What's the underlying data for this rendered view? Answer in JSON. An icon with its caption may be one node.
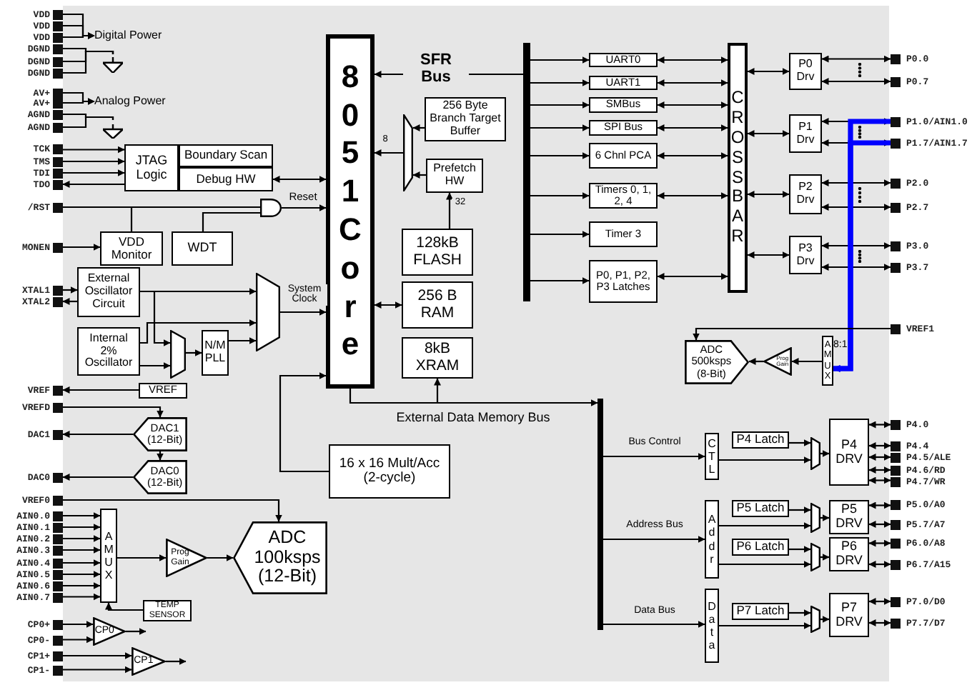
{
  "diagram": {
    "nodes": [
      {
        "text": [
          "VDD"
        ]
      },
      {
        "text": [
          "VDD"
        ]
      },
      {
        "text": [
          "VDD"
        ]
      },
      {
        "text": [
          "DGND"
        ]
      },
      {
        "text": [
          "DGND"
        ]
      },
      {
        "text": [
          "DGND"
        ]
      },
      {
        "text": [
          "AV+"
        ]
      },
      {
        "text": [
          "AV+"
        ]
      },
      {
        "text": [
          "AGND"
        ]
      },
      {
        "text": [
          "AGND"
        ]
      },
      {
        "text": [
          "TCK"
        ]
      },
      {
        "text": [
          "TMS"
        ]
      },
      {
        "text": [
          "TDI"
        ]
      },
      {
        "text": [
          "TDO"
        ]
      },
      {
        "text": [
          "/RST"
        ]
      },
      {
        "text": [
          "MONEN"
        ]
      },
      {
        "text": [
          "XTAL1"
        ]
      },
      {
        "text": [
          "XTAL2"
        ]
      },
      {
        "text": [
          "VREF"
        ]
      },
      {
        "text": [
          "VREFD"
        ]
      },
      {
        "text": [
          "DAC1"
        ]
      },
      {
        "text": [
          "DAC0"
        ]
      },
      {
        "text": [
          "VREF0"
        ]
      },
      {
        "text": [
          "AIN0.0"
        ]
      },
      {
        "text": [
          "AIN0.1"
        ]
      },
      {
        "text": [
          "AIN0.2"
        ]
      },
      {
        "text": [
          "AIN0.3"
        ]
      },
      {
        "text": [
          "AIN0.4"
        ]
      },
      {
        "text": [
          "AIN0.5"
        ]
      },
      {
        "text": [
          "AIN0.6"
        ]
      },
      {
        "text": [
          "AIN0.7"
        ]
      },
      {
        "text": [
          "CP0+"
        ]
      },
      {
        "text": [
          "CP0-"
        ]
      },
      {
        "text": [
          "CP1+"
        ]
      },
      {
        "text": [
          "CP1-"
        ]
      },
      {
        "text": [
          "P0.0"
        ]
      },
      {
        "text": [
          "P0.7"
        ]
      },
      {
        "text": [
          "P1.0/AIN1.0"
        ]
      },
      {
        "text": [
          "P1.7/AIN1.7"
        ]
      },
      {
        "text": [
          "P2.0"
        ]
      },
      {
        "text": [
          "P2.7"
        ]
      },
      {
        "text": [
          "P3.0"
        ]
      },
      {
        "text": [
          "P3.7"
        ]
      },
      {
        "text": [
          "VREF1"
        ]
      },
      {
        "text": [
          "P4.0"
        ]
      },
      {
        "text": [
          "P4.4"
        ]
      },
      {
        "text": [
          "P4.5/ALE"
        ]
      },
      {
        "text": [
          "P4.6/RD"
        ]
      },
      {
        "text": [
          "P4.7/WR"
        ]
      },
      {
        "text": [
          "P5.0/A0"
        ]
      },
      {
        "text": [
          "P5.7/A7"
        ]
      },
      {
        "text": [
          "P6.0/A8"
        ]
      },
      {
        "text": [
          "P6.7/A15"
        ]
      },
      {
        "text": [
          "P7.0/D0"
        ]
      },
      {
        "text": [
          "P7.7/D7"
        ]
      },
      {
        "text": [
          "Digital Power"
        ]
      },
      {
        "text": [],
        "shape": "ground"
      },
      {
        "text": [
          "Analog Power"
        ]
      },
      {
        "text": [],
        "shape": "ground"
      },
      {
        "text": [
          "JTAG Logic"
        ]
      },
      {
        "text": [
          "Boundary Scan"
        ]
      },
      {
        "text": [
          "Debug HW"
        ]
      },
      {
        "text": [],
        "shape": "gate"
      },
      {
        "text": [
          "VDD Monitor"
        ]
      },
      {
        "text": [
          "WDT"
        ]
      },
      {
        "text": [
          "External Oscillator Circuit"
        ]
      },
      {
        "text": [
          "Internal 2% Oscillator"
        ]
      },
      {
        "text": [],
        "shape": "mux"
      },
      {
        "text": [
          "N/M PLL"
        ]
      },
      {
        "text": [],
        "shape": "mux"
      },
      {
        "text": [
          "VREF"
        ]
      },
      {
        "text": [
          "DAC1 (12-Bit)"
        ]
      },
      {
        "text": [
          "DAC0 (12-Bit)"
        ]
      },
      {
        "text": [
          "AMUX"
        ]
      },
      {
        "text": [
          "Prog Gain"
        ]
      },
      {
        "text": [
          "ADC 100ksps (12-Bit)"
        ]
      },
      {
        "text": [
          "TEMP SENSOR"
        ]
      },
      {
        "text": [
          "CP0"
        ]
      },
      {
        "text": [
          "CP1"
        ]
      },
      {
        "text": [
          "8051 Core"
        ]
      },
      {
        "text": [
          "256 Byte Branch Target Buffer"
        ]
      },
      {
        "text": [
          "Prefetch HW"
        ]
      },
      {
        "text": [],
        "shape": "mux"
      },
      {
        "text": [
          "128kB FLASH"
        ]
      },
      {
        "text": [
          "256 B RAM"
        ]
      },
      {
        "text": [
          "8kB XRAM"
        ]
      },
      {
        "text": [
          "16 x 16 Mult/Acc (2-cycle)"
        ]
      },
      {
        "text": [],
        "shape": "bar"
      },
      {
        "text": [],
        "shape": "bar"
      },
      {
        "text": [
          "UART0"
        ]
      },
      {
        "text": [
          "UART1"
        ]
      },
      {
        "text": [
          "SMBus"
        ]
      },
      {
        "text": [
          "SPI Bus"
        ]
      },
      {
        "text": [
          "6 Chnl PCA"
        ]
      },
      {
        "text": [
          "Timers 0, 1, 2, 4"
        ]
      },
      {
        "text": [
          "Timer 3"
        ]
      },
      {
        "text": [
          "P0, P1, P2, P3 Latches"
        ]
      },
      {
        "text": [
          "CROSSBAR"
        ]
      },
      {
        "text": [
          "P0 Drv"
        ]
      },
      {
        "text": [
          "P1 Drv"
        ]
      },
      {
        "text": [
          "P2 Drv"
        ]
      },
      {
        "text": [
          "P3 Drv"
        ]
      },
      {
        "text": [
          "AMUX"
        ]
      },
      {
        "text": [
          "Prog Gain"
        ]
      },
      {
        "text": [
          "ADC 500ksps (8-Bit)"
        ]
      },
      {
        "text": [
          "CTL"
        ]
      },
      {
        "text": [
          "Addr"
        ]
      },
      {
        "text": [
          "Data"
        ]
      },
      {
        "text": [
          "P4 Latch"
        ]
      },
      {
        "text": [
          "P5 Latch"
        ]
      },
      {
        "text": [
          "P6 Latch"
        ]
      },
      {
        "text": [
          "P7 Latch"
        ]
      },
      {
        "text": [],
        "shape": "mux"
      },
      {
        "text": [],
        "shape": "mux"
      },
      {
        "text": [],
        "shape": "mux"
      },
      {
        "text": [],
        "shape": "mux"
      },
      {
        "text": [
          "P4 DRV"
        ]
      },
      {
        "text": [
          "P5 DRV"
        ]
      },
      {
        "text": [
          "P6 DRV"
        ]
      },
      {
        "text": [
          "P7 DRV"
        ]
      }
    ],
    "edges": [
      {
        "from": 0,
        "to": 55,
        "arrow": "to"
      },
      {
        "from": 1,
        "to": 55,
        "arrow": "to"
      },
      {
        "from": 2,
        "to": 55,
        "arrow": "to"
      },
      {
        "from": 3,
        "to": 56,
        "arrow": "none"
      },
      {
        "from": 4,
        "to": 56,
        "arrow": "none"
      },
      {
        "from": 5,
        "to": 56,
        "arrow": "none"
      },
      {
        "from": 6,
        "to": 57,
        "arrow": "to"
      },
      {
        "from": 7,
        "to": 57,
        "arrow": "to"
      },
      {
        "from": 8,
        "to": 58,
        "arrow": "none"
      },
      {
        "from": 9,
        "to": 58,
        "arrow": "none"
      },
      {
        "from": 10,
        "to": 59,
        "arrow": "to"
      },
      {
        "from": 11,
        "to": 59,
        "arrow": "to"
      },
      {
        "from": 12,
        "to": 59,
        "arrow": "to"
      },
      {
        "from": 59,
        "to": 13,
        "arrow": "to"
      },
      {
        "from": 61,
        "to": 79,
        "arrow": "both"
      },
      {
        "from": 14,
        "to": 62,
        "arrow": "none"
      },
      {
        "from": 62,
        "to": 79,
        "arrow": "to",
        "label": "Reset"
      },
      {
        "from": 63,
        "to": 14,
        "arrow": "none"
      },
      {
        "from": 15,
        "to": 63,
        "arrow": "to"
      },
      {
        "from": 64,
        "to": 62,
        "arrow": "none"
      },
      {
        "from": 16,
        "to": 65,
        "arrow": "to"
      },
      {
        "from": 65,
        "to": 17,
        "arrow": "to"
      },
      {
        "from": 65,
        "to": 69,
        "arrow": "to"
      },
      {
        "from": 65,
        "to": 67,
        "arrow": "to"
      },
      {
        "from": 66,
        "to": 67,
        "arrow": "to"
      },
      {
        "from": 66,
        "to": 69,
        "arrow": "to"
      },
      {
        "from": 67,
        "to": 68,
        "arrow": "to"
      },
      {
        "from": 68,
        "to": 69,
        "arrow": "to"
      },
      {
        "from": 69,
        "to": 79,
        "arrow": "to",
        "label": "System Clock"
      },
      {
        "from": 70,
        "to": 18,
        "arrow": "to"
      },
      {
        "from": 19,
        "to": 71,
        "arrow": "to"
      },
      {
        "from": 71,
        "to": 72,
        "arrow": "to"
      },
      {
        "from": 71,
        "to": 20,
        "arrow": "to"
      },
      {
        "from": 72,
        "to": 21,
        "arrow": "to"
      },
      {
        "from": 23,
        "to": 73,
        "arrow": "to"
      },
      {
        "from": 24,
        "to": 73,
        "arrow": "to"
      },
      {
        "from": 25,
        "to": 73,
        "arrow": "to"
      },
      {
        "from": 26,
        "to": 73,
        "arrow": "to"
      },
      {
        "from": 27,
        "to": 73,
        "arrow": "to"
      },
      {
        "from": 28,
        "to": 73,
        "arrow": "to"
      },
      {
        "from": 29,
        "to": 73,
        "arrow": "to"
      },
      {
        "from": 30,
        "to": 73,
        "arrow": "to"
      },
      {
        "from": 76,
        "to": 73,
        "arrow": "to"
      },
      {
        "from": 73,
        "to": 74,
        "arrow": "to"
      },
      {
        "from": 74,
        "to": 75,
        "arrow": "to"
      },
      {
        "from": 22,
        "to": 75,
        "arrow": "to"
      },
      {
        "from": 31,
        "to": 77,
        "arrow": "to"
      },
      {
        "from": 32,
        "to": 77,
        "arrow": "to"
      },
      {
        "from": 33,
        "to": 78,
        "arrow": "to"
      },
      {
        "from": 34,
        "to": 78,
        "arrow": "to"
      },
      {
        "from": 77,
        "to": null,
        "arrow": "to"
      },
      {
        "from": 78,
        "to": null,
        "arrow": "to"
      },
      {
        "from": 87,
        "to": 79,
        "arrow": "to",
        "label": "SFR Bus"
      },
      {
        "from": 80,
        "to": 82,
        "arrow": "to"
      },
      {
        "from": 81,
        "to": 82,
        "arrow": "to"
      },
      {
        "from": 82,
        "to": 79,
        "arrow": "to",
        "label": "8"
      },
      {
        "from": 83,
        "to": 81,
        "arrow": "to",
        "label": "32"
      },
      {
        "from": 84,
        "to": 79,
        "arrow": "both"
      },
      {
        "from": 79,
        "to": 88,
        "arrow": "none",
        "label": "External Data Memory Bus"
      },
      {
        "from": 85,
        "to": 88,
        "arrow": "both"
      },
      {
        "from": 86,
        "to": 79,
        "arrow": "to"
      },
      {
        "from": 87,
        "to": 89,
        "arrow": "to"
      },
      {
        "from": 87,
        "to": 90,
        "arrow": "to"
      },
      {
        "from": 87,
        "to": 91,
        "arrow": "to"
      },
      {
        "from": 87,
        "to": 92,
        "arrow": "to"
      },
      {
        "from": 87,
        "to": 93,
        "arrow": "to"
      },
      {
        "from": 87,
        "to": 94,
        "arrow": "to"
      },
      {
        "from": 87,
        "to": 95,
        "arrow": "to"
      },
      {
        "from": 87,
        "to": 96,
        "arrow": "to"
      },
      {
        "from": 89,
        "to": 97,
        "arrow": "both"
      },
      {
        "from": 90,
        "to": 97,
        "arrow": "both"
      },
      {
        "from": 91,
        "to": 97,
        "arrow": "both"
      },
      {
        "from": 92,
        "to": 97,
        "arrow": "both"
      },
      {
        "from": 93,
        "to": 97,
        "arrow": "both"
      },
      {
        "from": 94,
        "to": 97,
        "arrow": "both"
      },
      {
        "from": 96,
        "to": 97,
        "arrow": "both"
      },
      {
        "from": 97,
        "to": 98,
        "arrow": "both"
      },
      {
        "from": 97,
        "to": 99,
        "arrow": "both"
      },
      {
        "from": 97,
        "to": 100,
        "arrow": "both"
      },
      {
        "from": 97,
        "to": 101,
        "arrow": "both"
      },
      {
        "from": 98,
        "to": 35,
        "arrow": "both"
      },
      {
        "from": 98,
        "to": 36,
        "arrow": "both"
      },
      {
        "from": 99,
        "to": 37,
        "arrow": "both"
      },
      {
        "from": 99,
        "to": 38,
        "arrow": "both"
      },
      {
        "from": 100,
        "to": 39,
        "arrow": "both"
      },
      {
        "from": 100,
        "to": 40,
        "arrow": "both"
      },
      {
        "from": 101,
        "to": 41,
        "arrow": "both"
      },
      {
        "from": 101,
        "to": 42,
        "arrow": "both"
      },
      {
        "from": 37,
        "to": 102,
        "arrow": "to",
        "style": "thick",
        "color": "#0000ff"
      },
      {
        "from": 38,
        "to": 102,
        "arrow": "to",
        "style": "thick",
        "color": "#0000ff"
      },
      {
        "from": 102,
        "to": 103,
        "arrow": "to"
      },
      {
        "from": 103,
        "to": 104,
        "arrow": "to"
      },
      {
        "from": 43,
        "to": 104,
        "arrow": "to"
      },
      {
        "from": 88,
        "to": 105,
        "arrow": "to",
        "label": "Bus Control"
      },
      {
        "from": 88,
        "to": 106,
        "arrow": "to",
        "label": "Address Bus"
      },
      {
        "from": 88,
        "to": 107,
        "arrow": "to",
        "label": "Data Bus"
      },
      {
        "from": 105,
        "to": 112,
        "arrow": "to"
      },
      {
        "from": 108,
        "to": 112,
        "arrow": "to"
      },
      {
        "from": 112,
        "to": 116,
        "arrow": "to"
      },
      {
        "from": 116,
        "to": 44,
        "arrow": "both"
      },
      {
        "from": 116,
        "to": 45,
        "arrow": "both"
      },
      {
        "from": 116,
        "to": 46,
        "arrow": "both"
      },
      {
        "from": 116,
        "to": 47,
        "arrow": "both"
      },
      {
        "from": 116,
        "to": 48,
        "arrow": "both"
      },
      {
        "from": 106,
        "to": 113,
        "arrow": "to"
      },
      {
        "from": 106,
        "to": 114,
        "arrow": "to"
      },
      {
        "from": 109,
        "to": 113,
        "arrow": "to"
      },
      {
        "from": 110,
        "to": 114,
        "arrow": "to"
      },
      {
        "from": 113,
        "to": 117,
        "arrow": "to"
      },
      {
        "from": 114,
        "to": 118,
        "arrow": "to"
      },
      {
        "from": 117,
        "to": 49,
        "arrow": "both"
      },
      {
        "from": 117,
        "to": 50,
        "arrow": "both"
      },
      {
        "from": 118,
        "to": 51,
        "arrow": "both"
      },
      {
        "from": 118,
        "to": 52,
        "arrow": "both"
      },
      {
        "from": 107,
        "to": 115,
        "arrow": "to"
      },
      {
        "from": 111,
        "to": 115,
        "arrow": "to"
      },
      {
        "from": 115,
        "to": 119,
        "arrow": "to"
      },
      {
        "from": 119,
        "to": 53,
        "arrow": "both"
      },
      {
        "from": 119,
        "to": 54,
        "arrow": "both"
      }
    ],
    "labels": [
      "8:1"
    ]
  }
}
